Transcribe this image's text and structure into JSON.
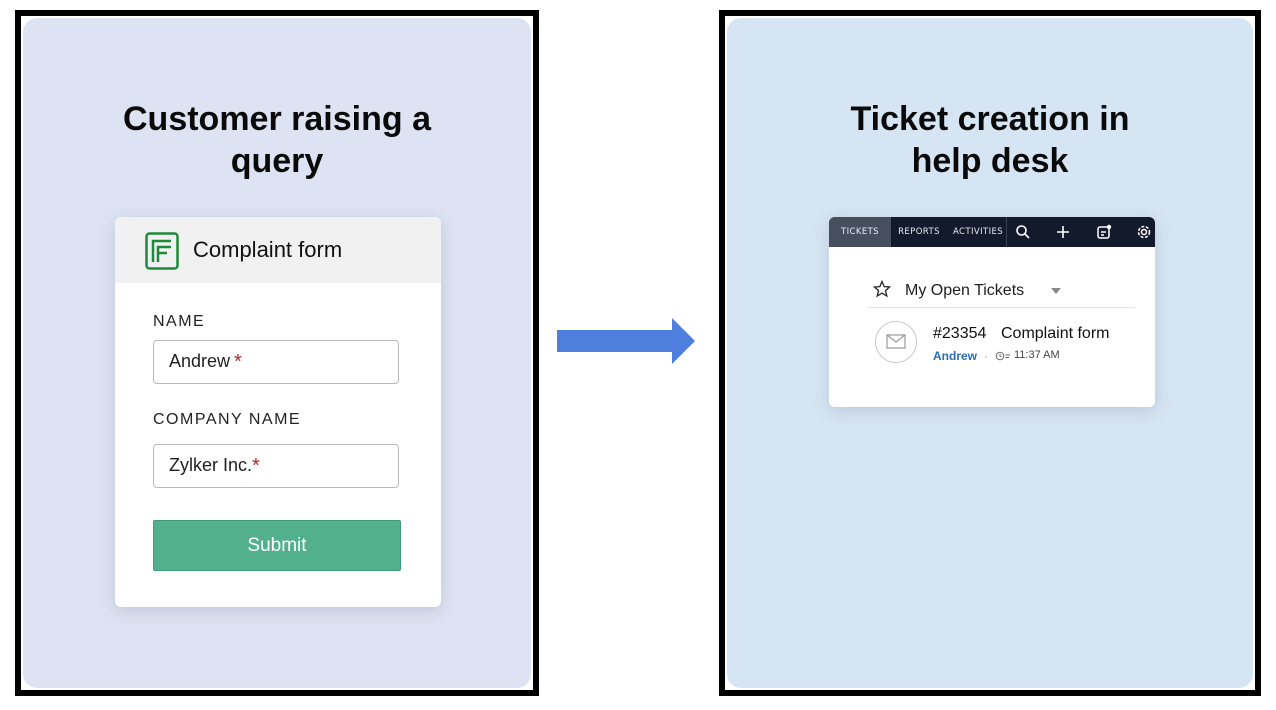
{
  "left_panel": {
    "title": "Customer raising a query",
    "form": {
      "title": "Complaint form",
      "fields": [
        {
          "label": "NAME",
          "value": "Andrew",
          "required_mark": "*"
        },
        {
          "label": "COMPANY NAME",
          "value": "Zylker Inc.",
          "required_mark": "*"
        }
      ],
      "submit_label": "Submit"
    }
  },
  "right_panel": {
    "title": "Ticket creation in help desk",
    "helpdesk": {
      "nav_tabs": [
        "TICKETS",
        "REPORTS",
        "ACTIVITIES"
      ],
      "nav_icons": [
        "search-icon",
        "plus-icon",
        "compose-icon",
        "gear-icon"
      ],
      "view_name": "My Open Tickets",
      "ticket": {
        "id": "#23354",
        "subject": "Complaint form",
        "contact": "Andrew",
        "separator": "·",
        "time": "11:37 AM"
      }
    }
  },
  "colors": {
    "left_panel_bg": "#dde3f2",
    "right_panel_bg": "#d6e5f3",
    "arrow": "#4f7fdc",
    "submit_button": "#52b08f",
    "required_mark": "#b3262a",
    "nav_bar": "#131a2b",
    "contact_link": "#2a6db5"
  }
}
